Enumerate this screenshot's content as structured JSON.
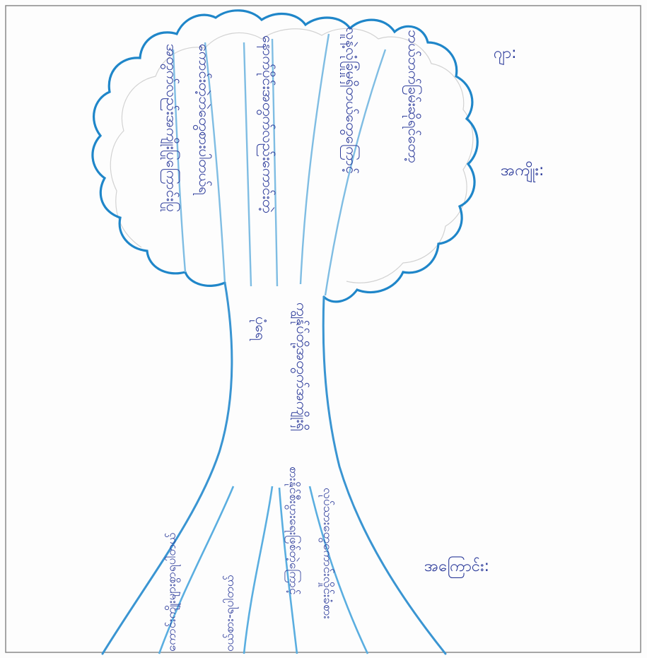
{
  "colors": {
    "ink": "#2b3a9a",
    "outline": "#1f86c9",
    "pencil": "#c9c9c9",
    "frame": "#8a8a8a"
  },
  "side_labels": {
    "top": "ဂျာ:",
    "middle": "အကျိုး:",
    "bottom": "အကြောင်း:"
  },
  "crown_branches": [
    "အတွက်လည်းအကျိုးပြုကြောင်းပြု",
    "ကောင်းတဲ့ဘဲတွေစားပါတယ်ရ",
    "နောက်ပိုင်းအတွက်လည်းကောင်းတဲ့",
    "လူနဲ့လုံခြုံမှုရှိတယ်တွေကြောင့်",
    "ဘယ်ဘက်ခြမ်းဆိုရင်တော့"
  ],
  "trunk_texts": [
    "ပုံရေ",
    "ကျွန်ုပ်တို့အတွက်အကျိုးရှိ"
  ],
  "root_branches": [
    "ကောင်းကျိုးများစွာရပါတယ်",
    "ဝယ်စား-ရပါတယ်",
    "စားနိုင်စီးပွားရေးဖြစ်တဲ့ကြောင့်",
    "လုပ်သားတွေကောင်းလှိုင်းခံစား"
  ]
}
